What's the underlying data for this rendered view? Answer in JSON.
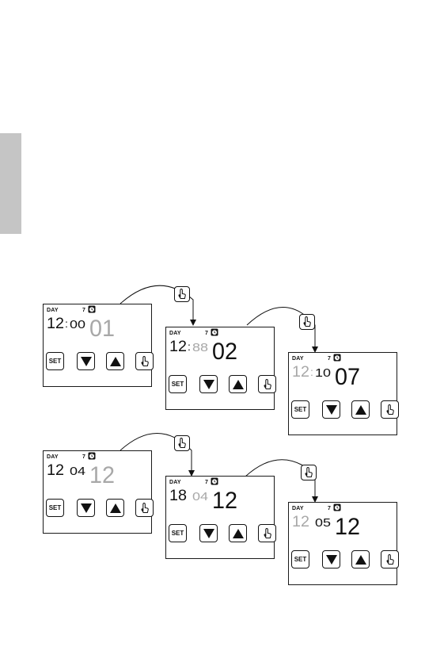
{
  "labels": {
    "day": "DAY",
    "day_number": "7",
    "set_button": "SET"
  },
  "icons": {
    "alarm": "alarm-clock-icon",
    "touch": "hand-touch-icon",
    "down": "arrow-down-icon",
    "up": "arrow-up-icon"
  },
  "colors": {
    "ink": "#111111",
    "dim_segment": "#a8a8a8",
    "side_tab": "#c5c5c5"
  },
  "panels": [
    {
      "id": "p1",
      "time_hours": "12",
      "time_sep": ":",
      "time_minutes": "00",
      "big": "01",
      "dim_part": "big"
    },
    {
      "id": "p2",
      "time_hours": "12",
      "time_sep": ":",
      "time_minutes": "88",
      "big": "02",
      "dim_part": "minutes"
    },
    {
      "id": "p3",
      "time_hours": "12",
      "time_sep": ":",
      "time_minutes": "10",
      "big": "07",
      "dim_part": "hours"
    },
    {
      "id": "p4",
      "time_hours": "12",
      "time_sep": "",
      "time_minutes": "04",
      "big": "12",
      "dim_part": "big"
    },
    {
      "id": "p5",
      "time_hours": "18",
      "time_sep": "",
      "time_minutes": "04",
      "big": "12",
      "dim_part": "minutes"
    },
    {
      "id": "p6",
      "time_hours": "12",
      "time_sep": "",
      "time_minutes": "05",
      "big": "12",
      "dim_part": "hours"
    }
  ]
}
